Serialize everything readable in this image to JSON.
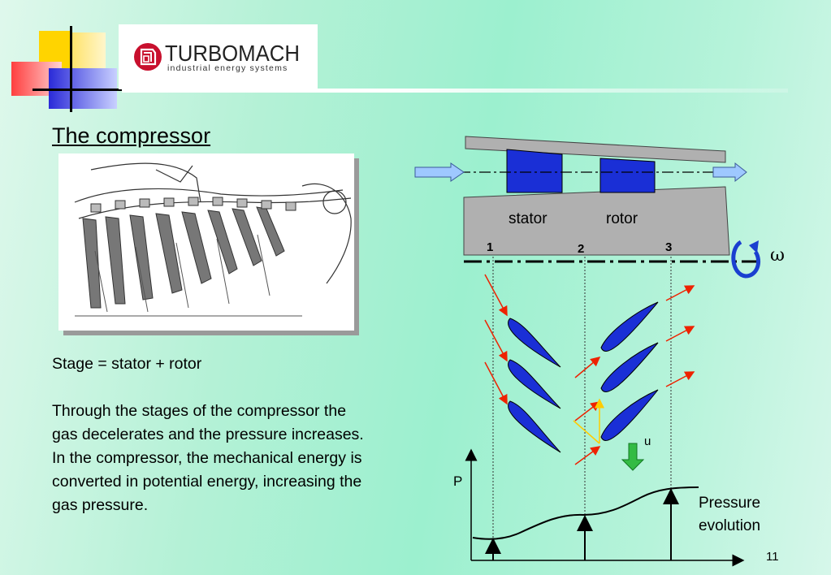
{
  "logo": {
    "name": "TURBOMACH",
    "tagline": "industrial energy systems",
    "brand_color": "#c8102e"
  },
  "slide": {
    "title": "The compressor",
    "stage_line": "Stage = stator + rotor",
    "body_lines": [
      "Through the stages of the compressor the",
      "gas  decelerates and the pressure increases.",
      "In the compressor, the mechanical energy is",
      "converted in potential energy, increasing the",
      "gas pressure."
    ],
    "page_number": "11"
  },
  "diagram": {
    "stator_label": "stator",
    "rotor_label": "rotor",
    "station_1": "1",
    "station_2": "2",
    "station_3": "3",
    "omega": "ω",
    "velocity_label": "u",
    "pressure_axis_label": "P",
    "pressure_caption_1": "Pressure",
    "pressure_caption_2": "evolution",
    "colors": {
      "blade": "#1a2fd6",
      "casing": "#b0b0b0",
      "flow_arrow": "#ee2200",
      "triangle": "#ffcc00",
      "u_arrow": "#22aa33"
    }
  }
}
